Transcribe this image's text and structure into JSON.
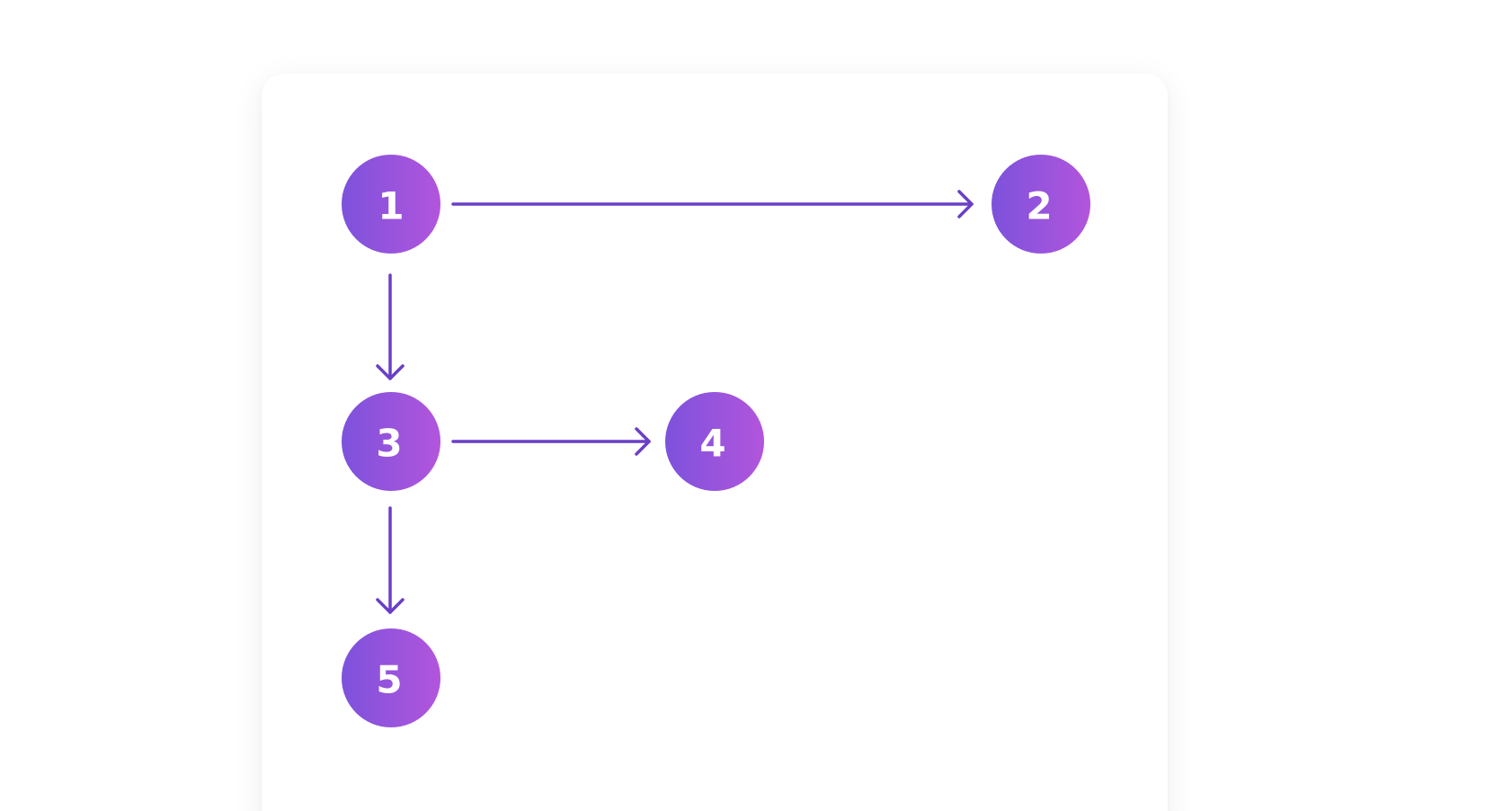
{
  "colors": {
    "background": "#ffffff",
    "card": "#ffffff",
    "node_gradient_start": "#7d52dc",
    "node_gradient_end": "#b255dc",
    "edge": "#6a3fc6",
    "label": "#ffffff"
  },
  "nodes": [
    {
      "id": "n1",
      "label": "1"
    },
    {
      "id": "n2",
      "label": "2"
    },
    {
      "id": "n3",
      "label": "3"
    },
    {
      "id": "n4",
      "label": "4"
    },
    {
      "id": "n5",
      "label": "5"
    }
  ],
  "edges": [
    {
      "from": "n1",
      "to": "n2"
    },
    {
      "from": "n1",
      "to": "n3"
    },
    {
      "from": "n3",
      "to": "n4"
    },
    {
      "from": "n3",
      "to": "n5"
    }
  ]
}
